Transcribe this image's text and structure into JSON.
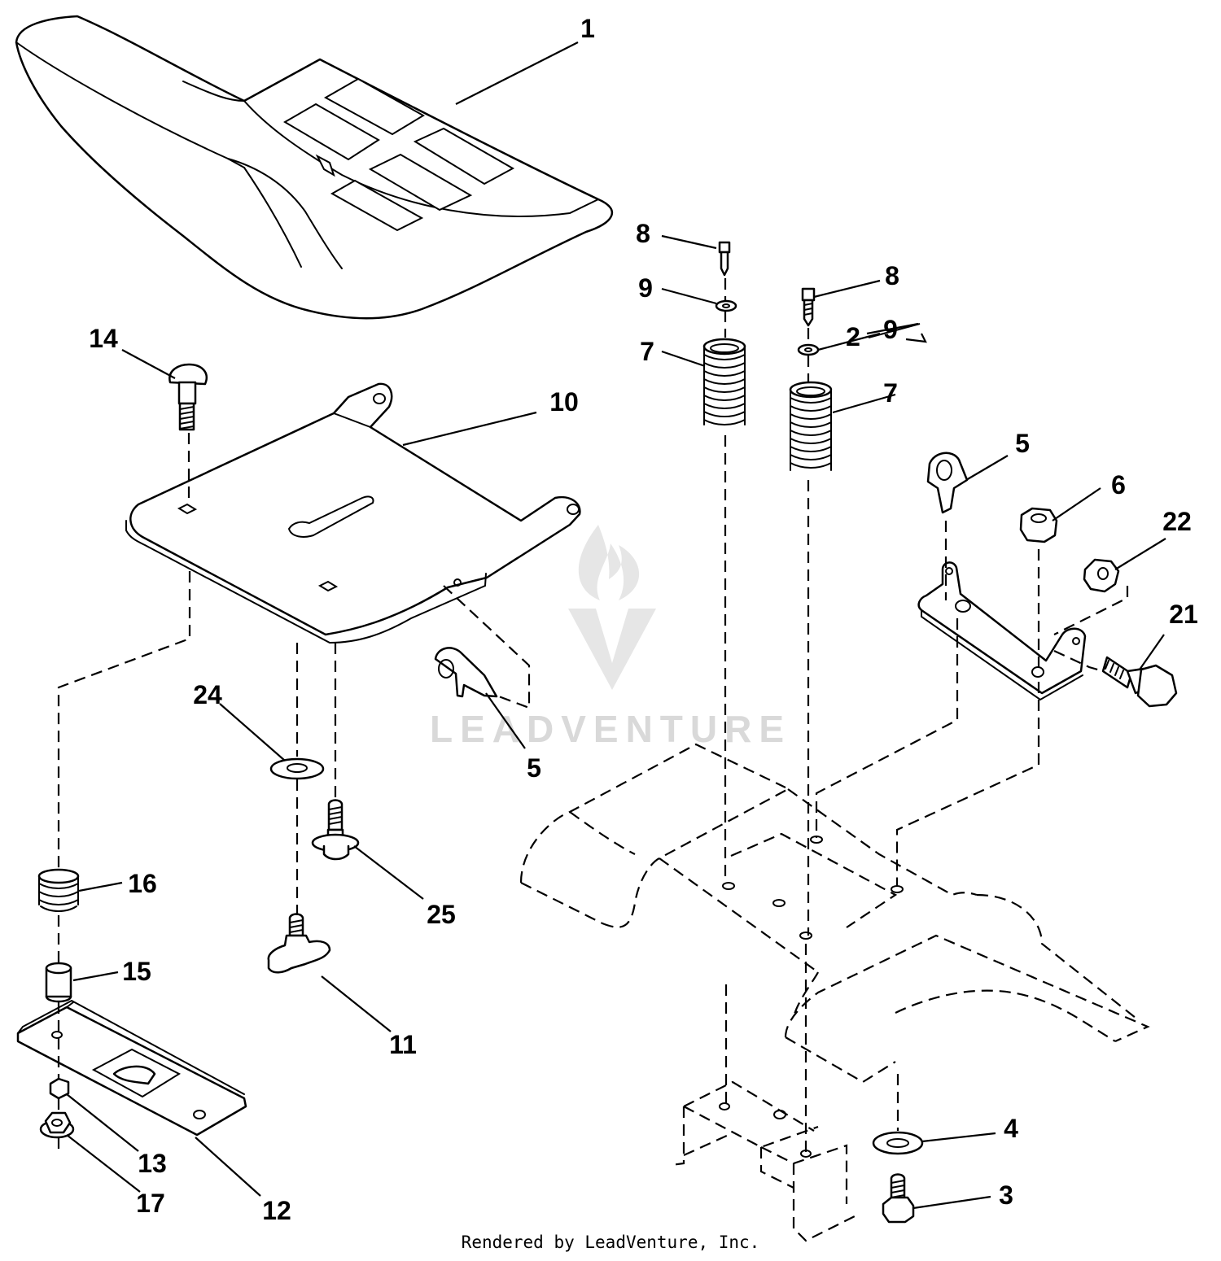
{
  "callouts": [
    {
      "id": "c1",
      "label": "1"
    },
    {
      "id": "c2",
      "label": "2"
    },
    {
      "id": "c3",
      "label": "3"
    },
    {
      "id": "c4",
      "label": "4"
    },
    {
      "id": "c5a",
      "label": "5"
    },
    {
      "id": "c5b",
      "label": "5"
    },
    {
      "id": "c6",
      "label": "6"
    },
    {
      "id": "c7a",
      "label": "7"
    },
    {
      "id": "c7b",
      "label": "7"
    },
    {
      "id": "c8a",
      "label": "8"
    },
    {
      "id": "c8b",
      "label": "8"
    },
    {
      "id": "c9a",
      "label": "9"
    },
    {
      "id": "c9b",
      "label": "9"
    },
    {
      "id": "c10",
      "label": "10"
    },
    {
      "id": "c11",
      "label": "11"
    },
    {
      "id": "c12",
      "label": "12"
    },
    {
      "id": "c13",
      "label": "13"
    },
    {
      "id": "c14",
      "label": "14"
    },
    {
      "id": "c15",
      "label": "15"
    },
    {
      "id": "c16",
      "label": "16"
    },
    {
      "id": "c17",
      "label": "17"
    },
    {
      "id": "c21",
      "label": "21"
    },
    {
      "id": "c22",
      "label": "22"
    },
    {
      "id": "c24",
      "label": "24"
    },
    {
      "id": "c25",
      "label": "25"
    }
  ],
  "watermark": {
    "text": "LEADVENTURE"
  },
  "footer": {
    "text": "Rendered by LeadVenture, Inc."
  }
}
